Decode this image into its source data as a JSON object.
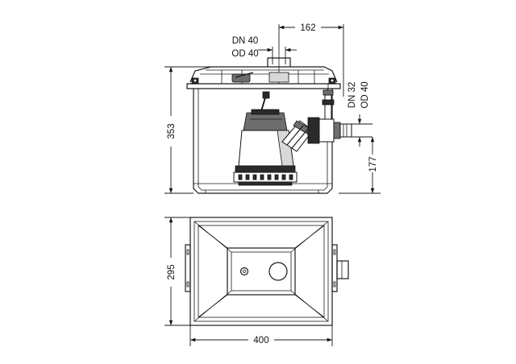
{
  "dimensions": {
    "outlet_offset": "162",
    "inlet_dn": "DN 40",
    "inlet_od": "OD 40",
    "outlet_dn": "DN 32",
    "outlet_od": "OD 40",
    "total_height": "353",
    "outlet_height": "177",
    "depth": "295",
    "width": "400"
  },
  "icons": {
    "pump": "submersible-pump-icon",
    "tank": "collection-tank-icon"
  }
}
